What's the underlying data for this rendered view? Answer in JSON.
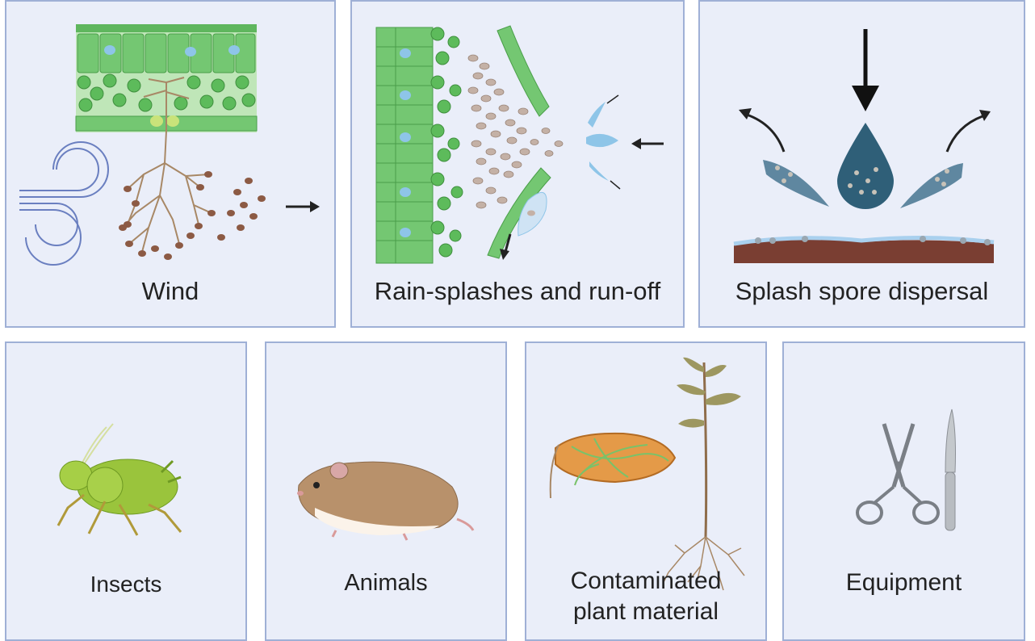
{
  "panels": {
    "wind": {
      "label": "Wind"
    },
    "rain": {
      "label": "Rain-splashes and run-off"
    },
    "splash": {
      "label": "Splash spore dispersal"
    },
    "insects": {
      "label": "Insects"
    },
    "animals": {
      "label": "Animals"
    },
    "plant": {
      "label_line1": "Contaminated",
      "label_line2": "plant material"
    },
    "equipment": {
      "label": "Equipment"
    }
  },
  "colors": {
    "panel_bg": "#eaeef9",
    "panel_border": "#9fb0d6",
    "leaf_green": "#6cc46a",
    "spore_brown": "#8c5a44",
    "water_blue": "#8ec5e8",
    "drop_dark": "#2f5f78",
    "soil": "#7a3e32"
  }
}
